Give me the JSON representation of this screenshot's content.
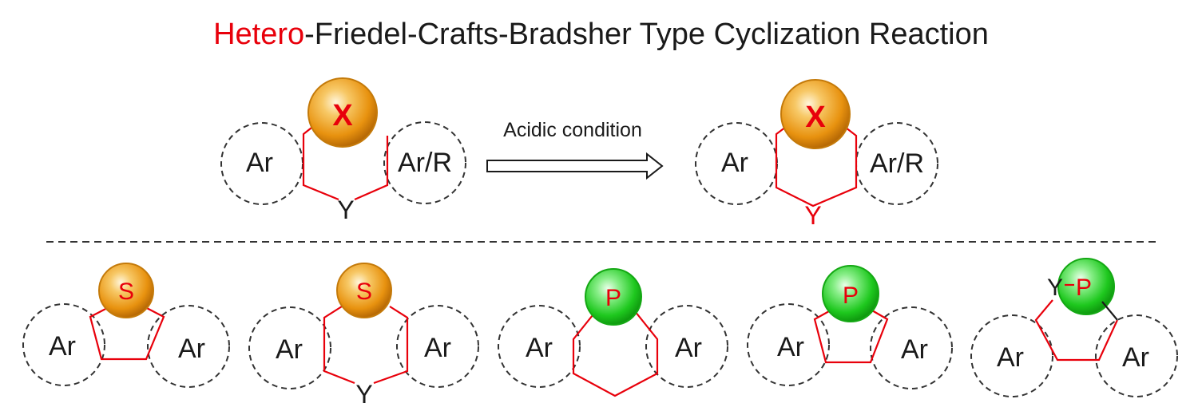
{
  "title": {
    "highlight": "Hetero",
    "rest": "-Friedel-Crafts-Bradsher Type Cyclization Reaction"
  },
  "reaction": {
    "arrow_label": "Acidic condition",
    "reactant": {
      "left_ring": "Ar",
      "right_ring": "Ar/R",
      "heteroatom": "X",
      "linker": "Y"
    },
    "product": {
      "left_ring": "Ar",
      "right_ring": "Ar/R",
      "heteroatom": "X",
      "linker": "Y"
    }
  },
  "examples": [
    {
      "left_ring": "Ar",
      "right_ring": "Ar",
      "heteroatom": "S"
    },
    {
      "left_ring": "Ar",
      "right_ring": "Ar",
      "heteroatom": "S",
      "linker": "Y"
    },
    {
      "left_ring": "Ar",
      "right_ring": "Ar",
      "heteroatom": "P"
    },
    {
      "left_ring": "Ar",
      "right_ring": "Ar",
      "heteroatom": "P"
    },
    {
      "left_ring": "Ar",
      "right_ring": "Ar",
      "heteroatom": "P",
      "substituent": "Y"
    }
  ],
  "colors": {
    "accent_red": "#e8000b",
    "sulfur_ball": "#e8920f",
    "phosphorus_ball": "#1ec81e",
    "dashed_ring": "#333333",
    "text": "#1a1a1a"
  }
}
